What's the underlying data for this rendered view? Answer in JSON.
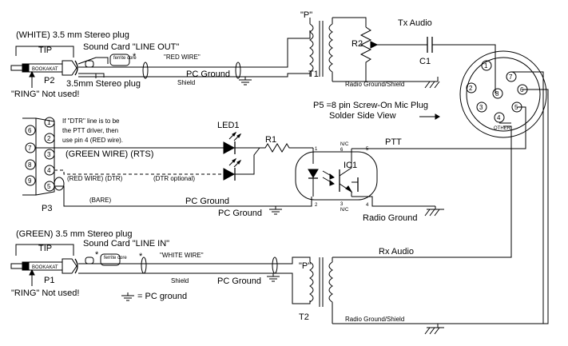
{
  "labels": {
    "white_plug": "(WHITE) 3.5 mm Stereo plug",
    "tip_top": "TIP",
    "sound_card_out": "Sound Card \"LINE OUT\"",
    "ferrite_top": "ferrite core",
    "red_wire_top": "\"RED WIRE\"",
    "p2": "P2",
    "plug_35_top": "3.5mm Stereo plug",
    "ring_top": "\"RING\" Not used!",
    "pc_ground_top": "PC Ground",
    "shield_top": "Shield",
    "p_top": "\"P\"",
    "t1": "T1",
    "r2": "R2",
    "tx_audio": "Tx Audio",
    "c1": "C1",
    "radio_ground_top": "Radio Ground/Shield",
    "p5_title": "P5 =8 pin Screw-On Mic Plug",
    "p5_sub": "Solder Side View",
    "dtr_note_1": "If \"DTR\" line is to be",
    "dtr_note_2": "the PTT driver, then",
    "dtr_note_3": "use pin 4 (RED wire).",
    "led1": "LED1",
    "r1": "R1",
    "green_wire": "(GREEN WIRE) (RTS)",
    "red_wire_dtr": "(RED WIRE) (DTR)",
    "dtr_optional": "(DTR optional)",
    "bare": "(BARE)",
    "pc_ground_mid": "PC Ground",
    "pc_ground_mid2": "PC Ground",
    "p3": "P3",
    "ic1": "IC1",
    "ptt": "PTT",
    "radio_ground_mid": "Radio Ground",
    "green_plug": "(GREEN) 3.5 mm Stereo plug",
    "tip_bot": "TIP",
    "sound_card_in": "Sound Card \"LINE IN\"",
    "ferrite_bot": "ferrite core",
    "white_wire": "\"WHITE WIRE\"",
    "p1": "P1",
    "ring_bot": "\"RING\" Not used!",
    "shield_bot": "Shield",
    "pc_ground_bot": "PC Ground",
    "pc_ground_legend": "= PC ground",
    "p_bot": "\"P\"",
    "t2": "T2",
    "rx_audio": "Rx Audio",
    "radio_ground_bot": "Radio Ground/Shield",
    "other_brand": "OTHER",
    "nc1": "N/C",
    "nc2": "N/C",
    "pin1": "1",
    "pin2": "2",
    "pin4": "4",
    "pin5": "5",
    "pin6": "6",
    "pin3": "3",
    "asterisk1": "*",
    "asterisk2": "*",
    "asterisk3": "*",
    "asterisk4": "*",
    "db9_pins": [
      "6",
      "7",
      "8",
      "9",
      "1",
      "2",
      "3",
      "4",
      "5"
    ],
    "din_pins": [
      "1",
      "2",
      "3",
      "4",
      "5",
      "6",
      "7",
      "8"
    ]
  }
}
